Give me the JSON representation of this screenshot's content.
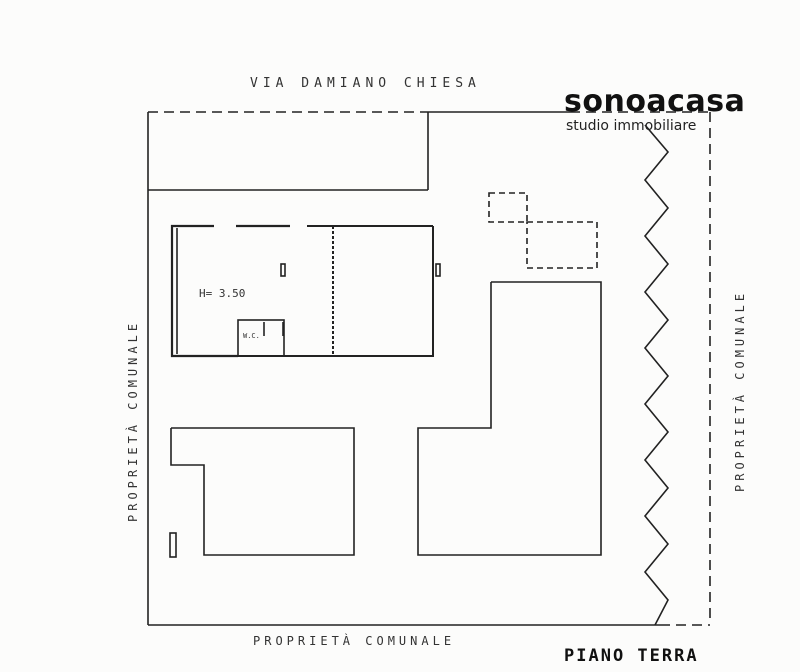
{
  "logo": {
    "brand": "sonoacasa",
    "subtitle": "studio immobiliare"
  },
  "labels": {
    "street": "VIA DAMIANO CHIESA",
    "left": "PROPRIETÀ COMUNALE",
    "right": "PROPRIETÀ COMUNALE",
    "bottom": "PROPRIETÀ COMUNALE",
    "height": "H= 3.50",
    "wc": "W.C.",
    "floor": "PIANO TERRA"
  }
}
